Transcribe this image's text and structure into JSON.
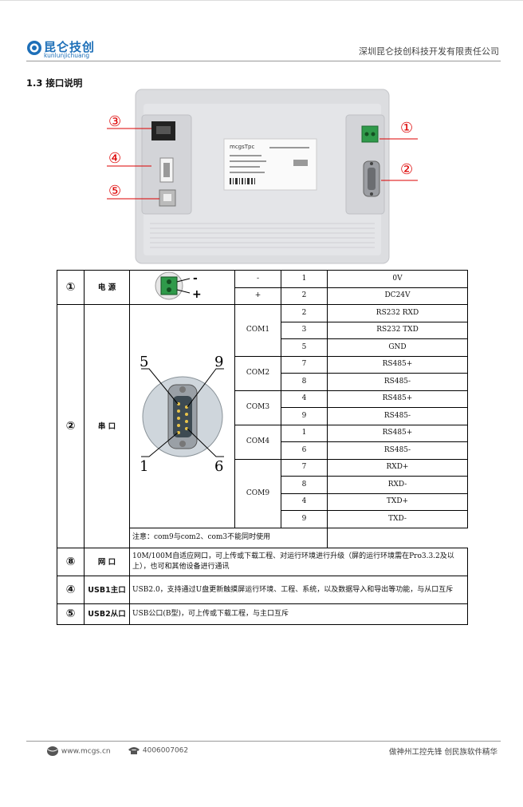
{
  "header": {
    "logo_cn": "昆仑技创",
    "logo_en": "kunlunjichuang",
    "company": "深圳昆仑技创科技开发有限责任公司"
  },
  "section_title": "1.3  接口说明",
  "photo": {
    "callouts": [
      "③",
      "①",
      "④",
      "②",
      "⑤"
    ],
    "label_brand": "mcgsTpc"
  },
  "table": {
    "power": {
      "num": "①",
      "label": "电  源",
      "minus": "-",
      "plus": "+",
      "rows": [
        [
          "-",
          "1",
          "0V"
        ],
        [
          "+",
          "2",
          "DC24V"
        ]
      ]
    },
    "serial": {
      "num": "②",
      "label": "串  口",
      "pins": {
        "p5": "5",
        "p9": "9",
        "p1": "1",
        "p6": "6"
      },
      "groups": [
        {
          "name": "COM1",
          "rows": [
            [
              "2",
              "RS232 RXD"
            ],
            [
              "3",
              "RS232 TXD"
            ],
            [
              "5",
              "GND"
            ]
          ]
        },
        {
          "name": "COM2",
          "rows": [
            [
              "7",
              "RS485+"
            ],
            [
              "8",
              "RS485-"
            ]
          ]
        },
        {
          "name": "COM3",
          "rows": [
            [
              "4",
              "RS485+"
            ],
            [
              "9",
              "RS485-"
            ]
          ]
        },
        {
          "name": "COM4",
          "rows": [
            [
              "1",
              "RS485+"
            ],
            [
              "6",
              "RS485-"
            ]
          ]
        },
        {
          "name": "COM9",
          "rows": [
            [
              "7",
              "RXD+"
            ],
            [
              "8",
              "RXD-"
            ],
            [
              "4",
              "TXD+"
            ],
            [
              "9",
              "TXD-"
            ]
          ]
        }
      ],
      "note": "注意：com9与com2、com3不能同时使用"
    },
    "net": {
      "num": "⑧",
      "label": "网  口",
      "desc": "10M/100M自适应网口，可上传或下载工程、对运行环境进行升级（屏的运行环境需在Pro3.3.2及以上），也可和其他设备进行通讯"
    },
    "usb1": {
      "num": "④",
      "label": "USB1主口",
      "desc": "USB2.0，支持通过U盘更新触摸屏运行环境、工程、系统，以及数据导入和导出等功能，与从口互斥"
    },
    "usb2": {
      "num": "⑤",
      "label": "USB2从口",
      "desc": "USB公口(B型)，可上传或下载工程，与主口互斥"
    }
  },
  "footer": {
    "web": "www.mcgs.cn",
    "tel": "4006007062",
    "slogan": "做神州工控先锋 创民族软件精华"
  }
}
